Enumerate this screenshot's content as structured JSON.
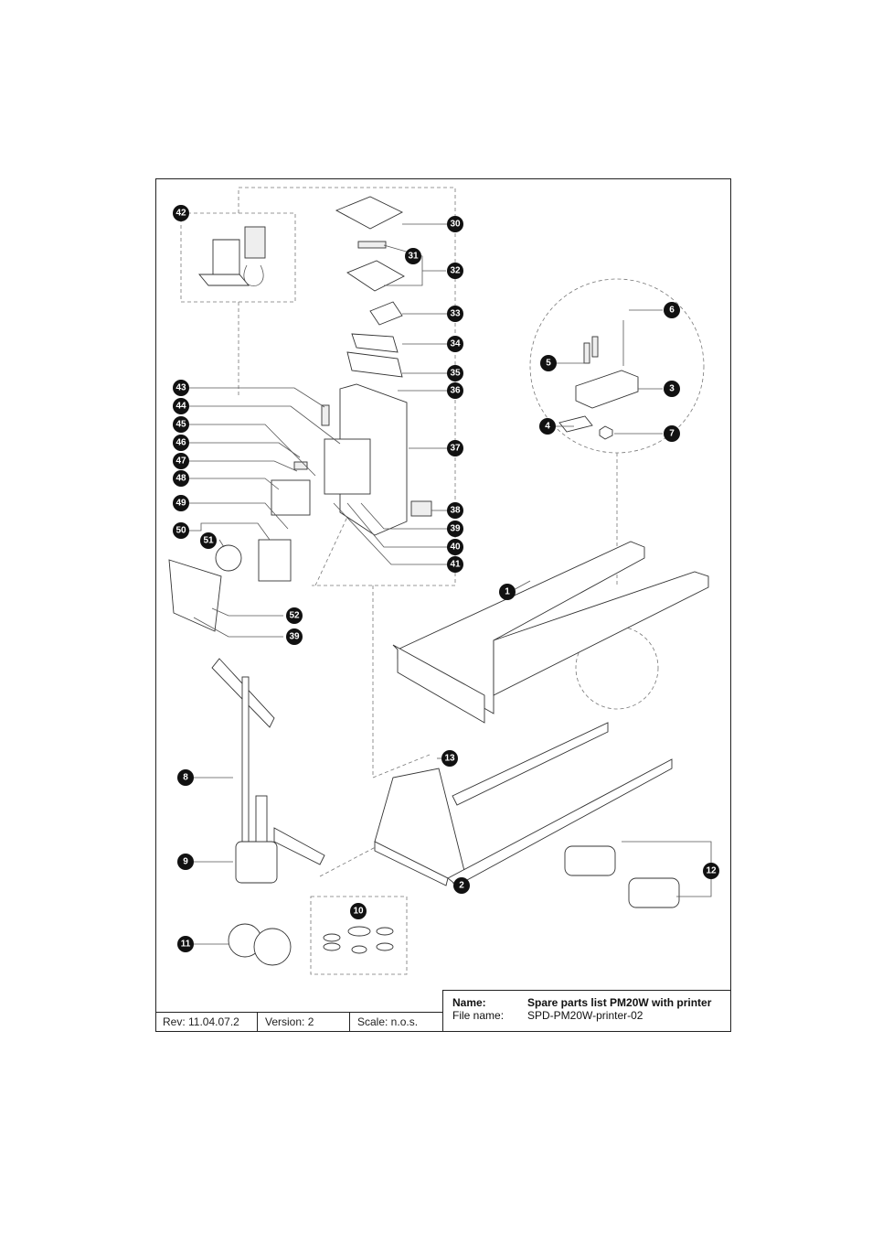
{
  "document": {
    "title_block": {
      "name_label": "Name:",
      "name_value": "Spare parts list PM20W with printer",
      "file_label": "File name:",
      "file_value": "SPD-PM20W-printer-02",
      "rev": "Rev: 11.04.07.2",
      "version": "Version: 2",
      "scale": "Scale: n.o.s."
    },
    "callouts": [
      "1",
      "2",
      "3",
      "4",
      "5",
      "6",
      "7",
      "8",
      "9",
      "10",
      "11",
      "12",
      "13",
      "30",
      "31",
      "32",
      "33",
      "34",
      "35",
      "36",
      "37",
      "38",
      "39",
      "40",
      "41",
      "42",
      "43",
      "44",
      "45",
      "46",
      "47",
      "48",
      "49",
      "50",
      "51",
      "52",
      "39"
    ],
    "parts": {
      "c1": "1",
      "c2": "2",
      "c3": "3",
      "c4": "4",
      "c5": "5",
      "c6": "6",
      "c7": "7",
      "c8": "8",
      "c9": "9",
      "c10": "10",
      "c11": "11",
      "c12": "12",
      "c13": "13",
      "c30": "30",
      "c31": "31",
      "c32": "32",
      "c33": "33",
      "c34": "34",
      "c35": "35",
      "c36": "36",
      "c37": "37",
      "c38": "38",
      "c39a": "39",
      "c40": "40",
      "c41": "41",
      "c42": "42",
      "c43": "43",
      "c44": "44",
      "c45": "45",
      "c46": "46",
      "c47": "47",
      "c48": "48",
      "c49": "49",
      "c50": "50",
      "c51": "51",
      "c52": "52",
      "c39b": "39"
    }
  }
}
